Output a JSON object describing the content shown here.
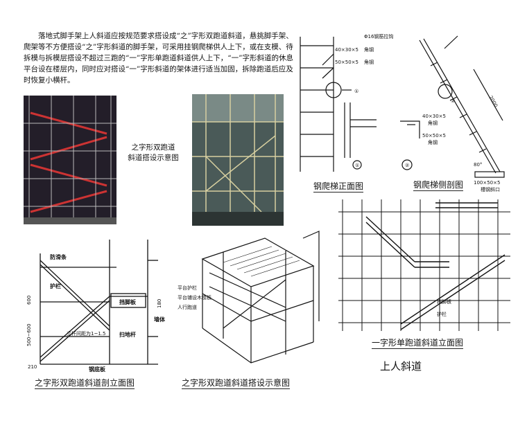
{
  "intro_text": "落地式脚手架上人斜道应按规范要求搭设成“之”字形双跑道斜道，悬挑脚手架、爬架等不方便搭设“之”字形斜道的脚手架，可采用挂钢爬梯供人上下，或在支模、待拆模与拆模层搭设不超过三跑的“一”字形单跑道斜道供人上下，“一”字形斜道的休息平台设在楼层内，同时应对搭设“一”字形斜道的架体进行适当加固，拆除跑道后应及时恢复小横杆。",
  "captions": {
    "photo1": "之字形双跑道\n斜道搭设示意图",
    "ladder_front": "钢爬梯正面图",
    "ladder_side": "钢爬梯侧剖图",
    "double_section": "之字形双跑道斜道剖立面图",
    "double_iso": "之字形双跑道斜道搭设示意图",
    "single_elev": "一字形单跑道斜道立面图",
    "main_title": "上人斜道"
  },
  "ladder_labels": {
    "rebar": "Φ16钢筋拉钩",
    "angle1": "40×30×5",
    "angle1_unit": "角钢",
    "angle2": "50×50×5",
    "angle2_unit": "角钢",
    "detail1": "①",
    "detail2": "②",
    "side_a1": "40×30×5",
    "side_a1u": "角钢",
    "side_a2": "50×50×5",
    "side_a2u": "角钢",
    "length": "2000",
    "angle_deg": "80°",
    "base": "100×50×5",
    "base_unit": "槽钢斜口"
  },
  "section_labels": {
    "guard": "防滑条",
    "rail": "护栏",
    "toe": "挡脚板",
    "d1": "600",
    "d2": "500~600",
    "d3": "180",
    "d4": "210",
    "sweep": "扫地杆",
    "board": "钢底板",
    "wall": "墙体",
    "note": "立杆间距为1~1.5"
  },
  "iso_labels": {
    "l1": "平台护栏",
    "l2": "平台铺设木模板",
    "l3": "人行跑道"
  },
  "single_labels": {
    "l1": "挡脚板",
    "l2": "护栏"
  }
}
